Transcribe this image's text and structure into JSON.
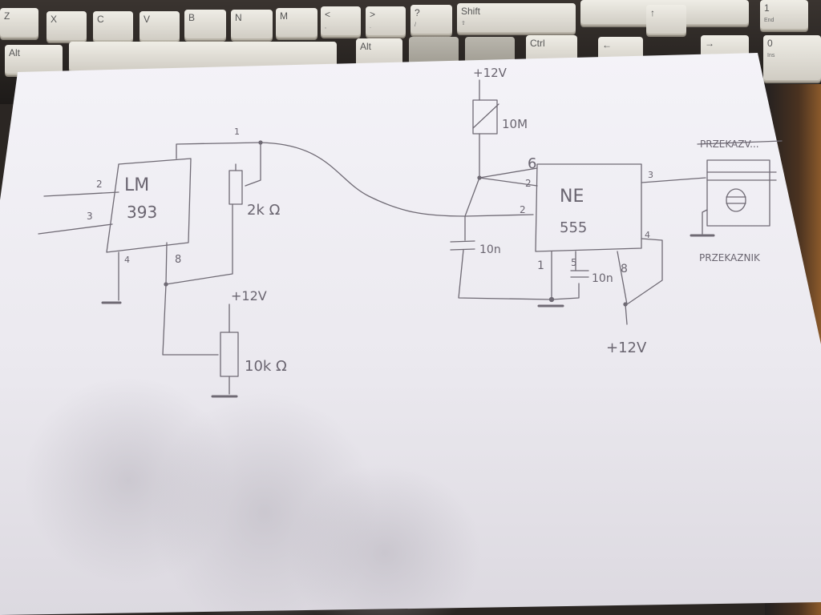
{
  "keyboard": {
    "keys": [
      {
        "label": "Z",
        "sub": ""
      },
      {
        "label": "X",
        "sub": ""
      },
      {
        "label": "C",
        "sub": ""
      },
      {
        "label": "V",
        "sub": ""
      },
      {
        "label": "B",
        "sub": ""
      },
      {
        "label": "N",
        "sub": ""
      },
      {
        "label": "M",
        "sub": ""
      },
      {
        "label": "<",
        "sub": ","
      },
      {
        "label": ">",
        "sub": "."
      },
      {
        "label": "?",
        "sub": "/"
      },
      {
        "label": "Shift",
        "sub": "⇧"
      },
      {
        "label": "Alt",
        "sub": ""
      },
      {
        "label": "Alt",
        "sub": ""
      },
      {
        "label": "Ctrl",
        "sub": ""
      },
      {
        "label": "↑",
        "sub": ""
      },
      {
        "label": "←",
        "sub": ""
      },
      {
        "label": "→",
        "sub": ""
      },
      {
        "label": "1",
        "sub": "End"
      },
      {
        "label": "0",
        "sub": "Ins"
      }
    ]
  },
  "schematic": {
    "lm_top": "LM",
    "lm_bottom": "393",
    "lm_pin1": "1",
    "lm_pin2": "2",
    "lm_pin3": "3",
    "lm_pin4": "4",
    "lm_pin8": "8",
    "pot2k": "2k Ω",
    "plus12_a": "+12V",
    "pot10k": "10k Ω",
    "plus12_top": "+12V",
    "res10m": "10M",
    "ne_top": "NE",
    "ne_bottom": "555",
    "ne_pin6": "6",
    "ne_pin2a": "2",
    "ne_pin2b": "2",
    "ne_pin3": "3",
    "ne_pin4": "4",
    "ne_pin1": "1",
    "ne_pin5": "5",
    "ne_pin8": "8",
    "cap1": "10n",
    "cap2": "10n",
    "plus12_b": "+12V",
    "relay_struck": "PRZEKAZV...",
    "relay_label": "PRZEKAZNIK"
  }
}
